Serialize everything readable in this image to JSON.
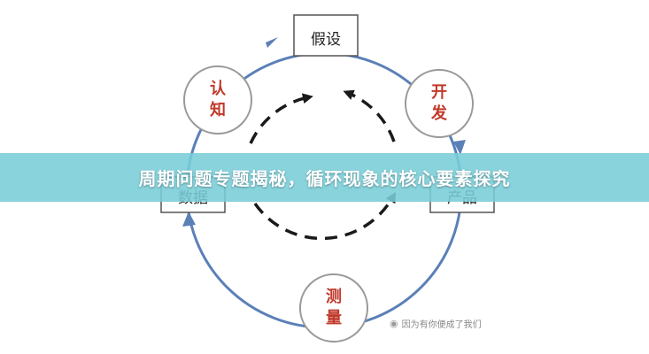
{
  "diagram": {
    "boxes": {
      "top": "假设",
      "left": "数据",
      "right": "产品"
    },
    "circles": {
      "upper_left": [
        "认",
        "知"
      ],
      "upper_right": [
        "开",
        "发"
      ],
      "bottom": [
        "测",
        "量"
      ]
    },
    "colors": {
      "ring": "#5b80b8",
      "circle_text": "#c0392b",
      "dashed_arrows": "#1a1a1a"
    }
  },
  "banner": {
    "title": "周期问题专题揭秘，循环现象的核心要素探究",
    "color": "#78cdd7"
  },
  "watermark": {
    "text": "因为有你便成了我们",
    "icon": "wechat-icon"
  }
}
